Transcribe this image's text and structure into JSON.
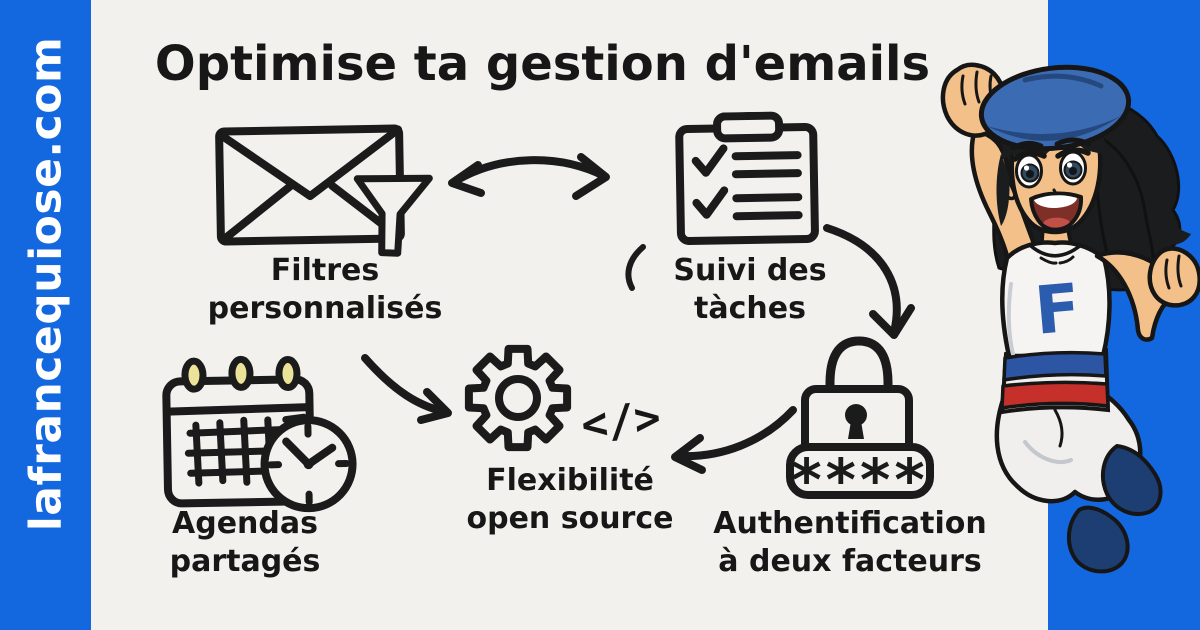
{
  "brand": {
    "domain": "lafrancequiose.com"
  },
  "title": "Optimise ta gestion d'emails",
  "diagram": {
    "items": [
      {
        "icon": "envelope-filter-icon",
        "label_line1": "Filtres",
        "label_line2": "personnalisés"
      },
      {
        "icon": "task-checklist-icon",
        "label_line1": "Suivi des",
        "label_line2": "tàches"
      },
      {
        "icon": "calendar-clock-icon",
        "label_line1": "Agendas",
        "label_line2": "partagés"
      },
      {
        "icon": "gear-code-icon",
        "label_line1": "Flexibilité",
        "label_line2": "open source",
        "code_glyph": "</>"
      },
      {
        "icon": "padlock-password-icon",
        "label_line1": "Authentification",
        "label_line2": "à deux facteurs",
        "password_mask": "****"
      }
    ],
    "arrows": [
      "double-arrow-filtres-suivi",
      "arrow-suivi-to-authentification",
      "arrow-authentification-to-flexibilite",
      "arrow-filtres-to-flexibilite"
    ]
  },
  "mascot": {
    "shirt_letter": "F"
  },
  "colors": {
    "brand_blue": "#1368e0",
    "paper": "#f2f1ee",
    "ink": "#1b1b1b",
    "ring_yellow": "#ece39b",
    "beret_blue": "#3b6cb3",
    "shirt_letter_blue": "#2c5cad",
    "belt_blue": "#2c55a4",
    "belt_red": "#c5302b",
    "boots_navy": "#1d3e73",
    "skin": "#f2c088"
  }
}
